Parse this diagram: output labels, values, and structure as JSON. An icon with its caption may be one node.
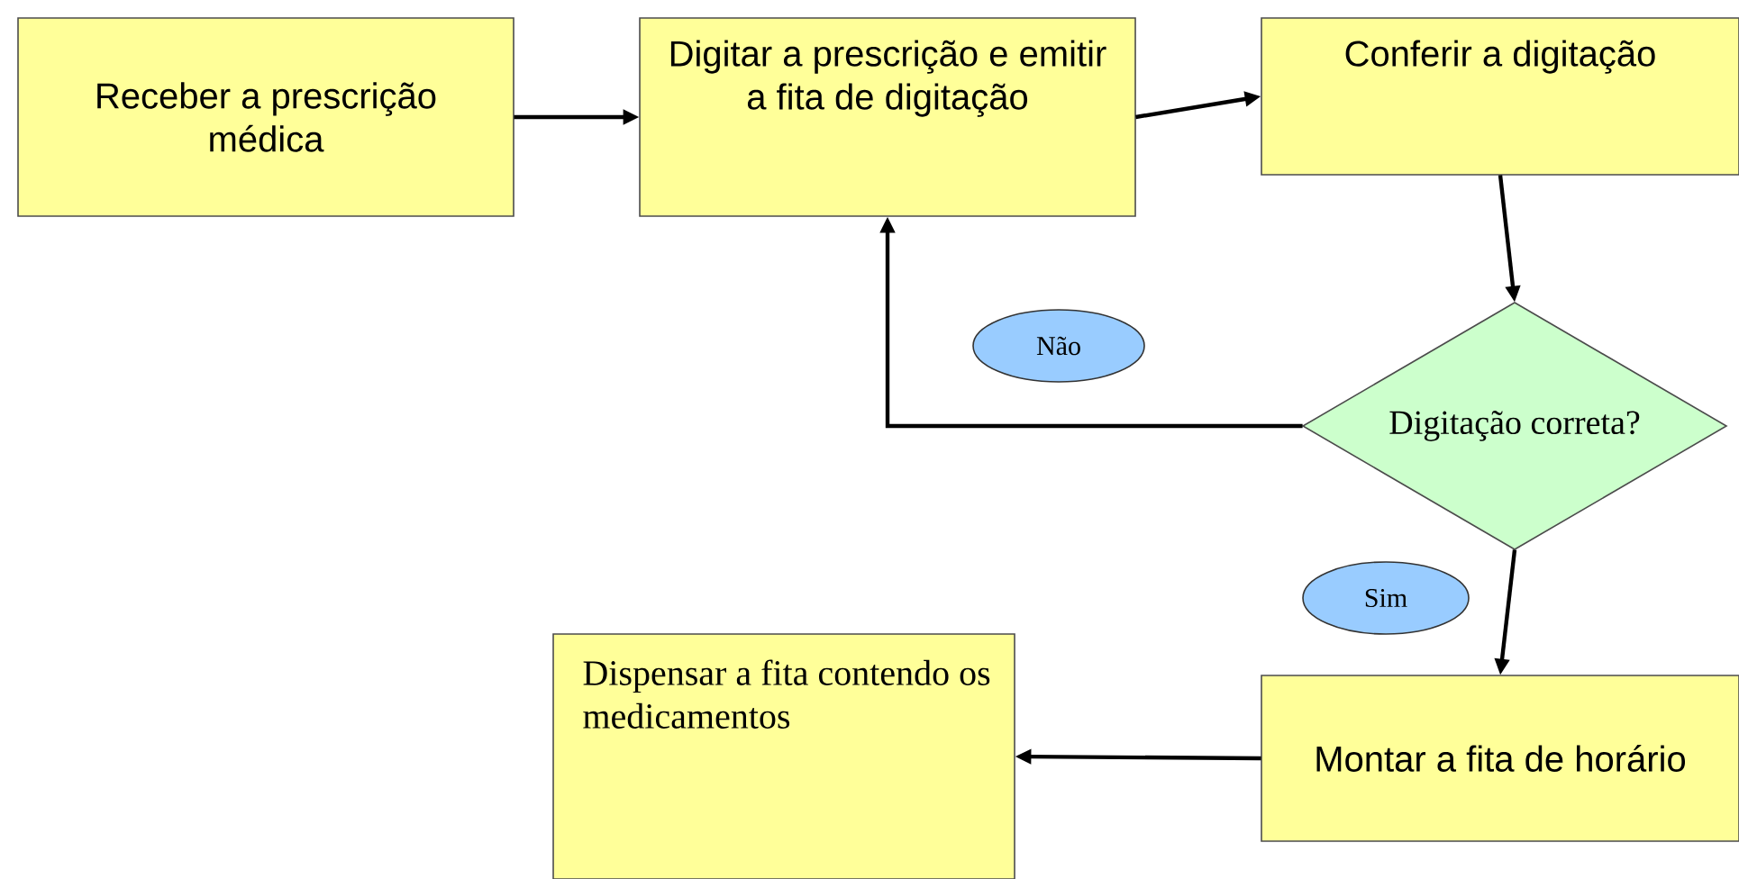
{
  "diagram": {
    "nodes": [
      {
        "text": [
          "Receber a prescrição médica"
        ]
      },
      {
        "text": [
          "Digitar a prescrição e emitir a fita de digitação"
        ]
      },
      {
        "text": [
          "Conferir a digitação"
        ]
      },
      {
        "text": [
          "Não"
        ]
      },
      {
        "text": [
          "Digitação correta?"
        ]
      },
      {
        "text": [
          "Sim"
        ]
      },
      {
        "text": [
          "Montar a fita de horário"
        ]
      },
      {
        "text": [
          "Dispensar a fita contendo os medicamentos"
        ]
      }
    ],
    "edges": [
      {
        "from": 0,
        "to": 1,
        "arrow": "to"
      },
      {
        "from": 1,
        "to": 2,
        "arrow": "to"
      },
      {
        "from": 2,
        "to": 4,
        "arrow": "to"
      },
      {
        "from": 4,
        "to": 1,
        "arrow": "to"
      },
      {
        "from": 4,
        "to": 6,
        "arrow": "to"
      },
      {
        "from": 6,
        "to": 7,
        "arrow": "to"
      }
    ]
  }
}
